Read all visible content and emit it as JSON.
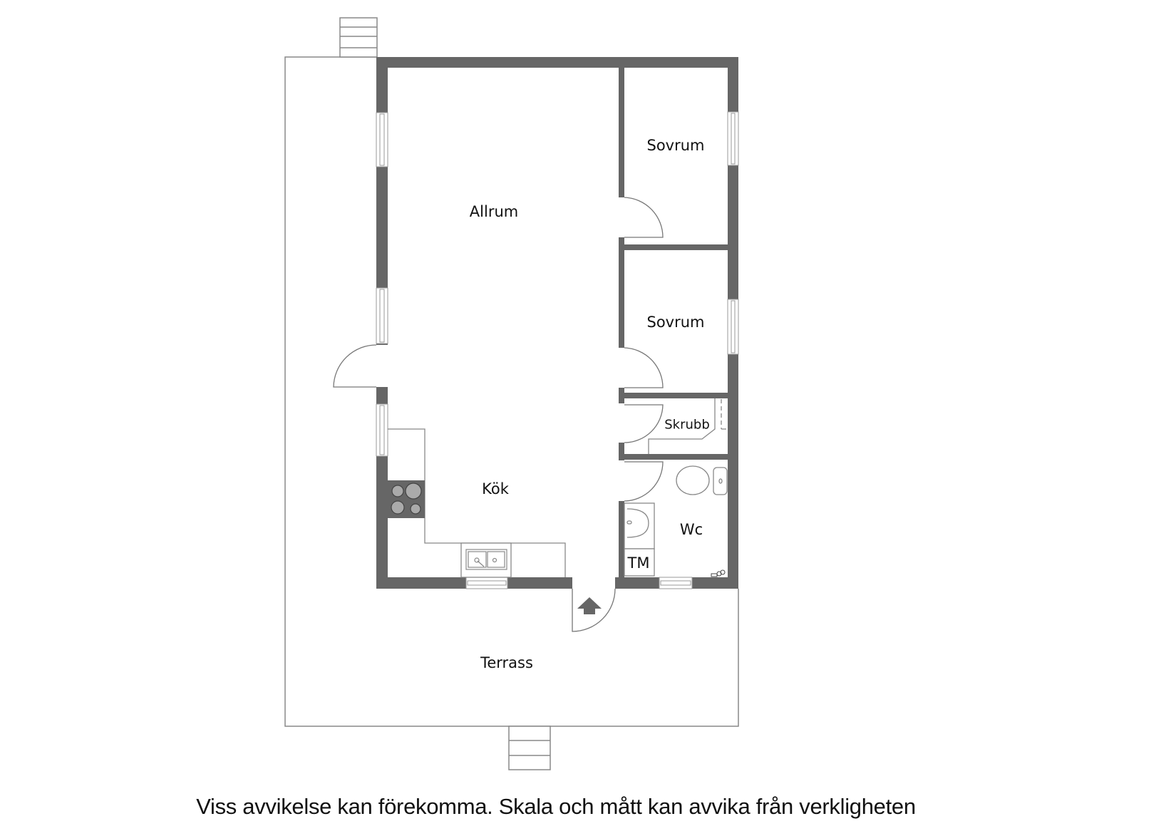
{
  "plan": {
    "wall_color": "#666666",
    "line_color": "#888888",
    "background": "#ffffff",
    "rooms": [
      {
        "id": "allrum",
        "label": "Allrum"
      },
      {
        "id": "sovrum1",
        "label": "Sovrum"
      },
      {
        "id": "sovrum2",
        "label": "Sovrum"
      },
      {
        "id": "skrubb",
        "label": "Skrubb"
      },
      {
        "id": "kok",
        "label": "Kök"
      },
      {
        "id": "wc",
        "label": "Wc"
      },
      {
        "id": "tm",
        "label": "TM"
      },
      {
        "id": "terrass",
        "label": "Terrass"
      }
    ],
    "icons": [
      "entrance-arrow-icon",
      "stove-icon",
      "sink-icon",
      "toilet-icon",
      "washbasin-icon",
      "floor-drain-icon",
      "stairs-icon",
      "window-icon",
      "door-swing-icon"
    ]
  },
  "caption": "Viss avvikelse kan förekomma. Skala och mått kan avvika från verkligheten"
}
